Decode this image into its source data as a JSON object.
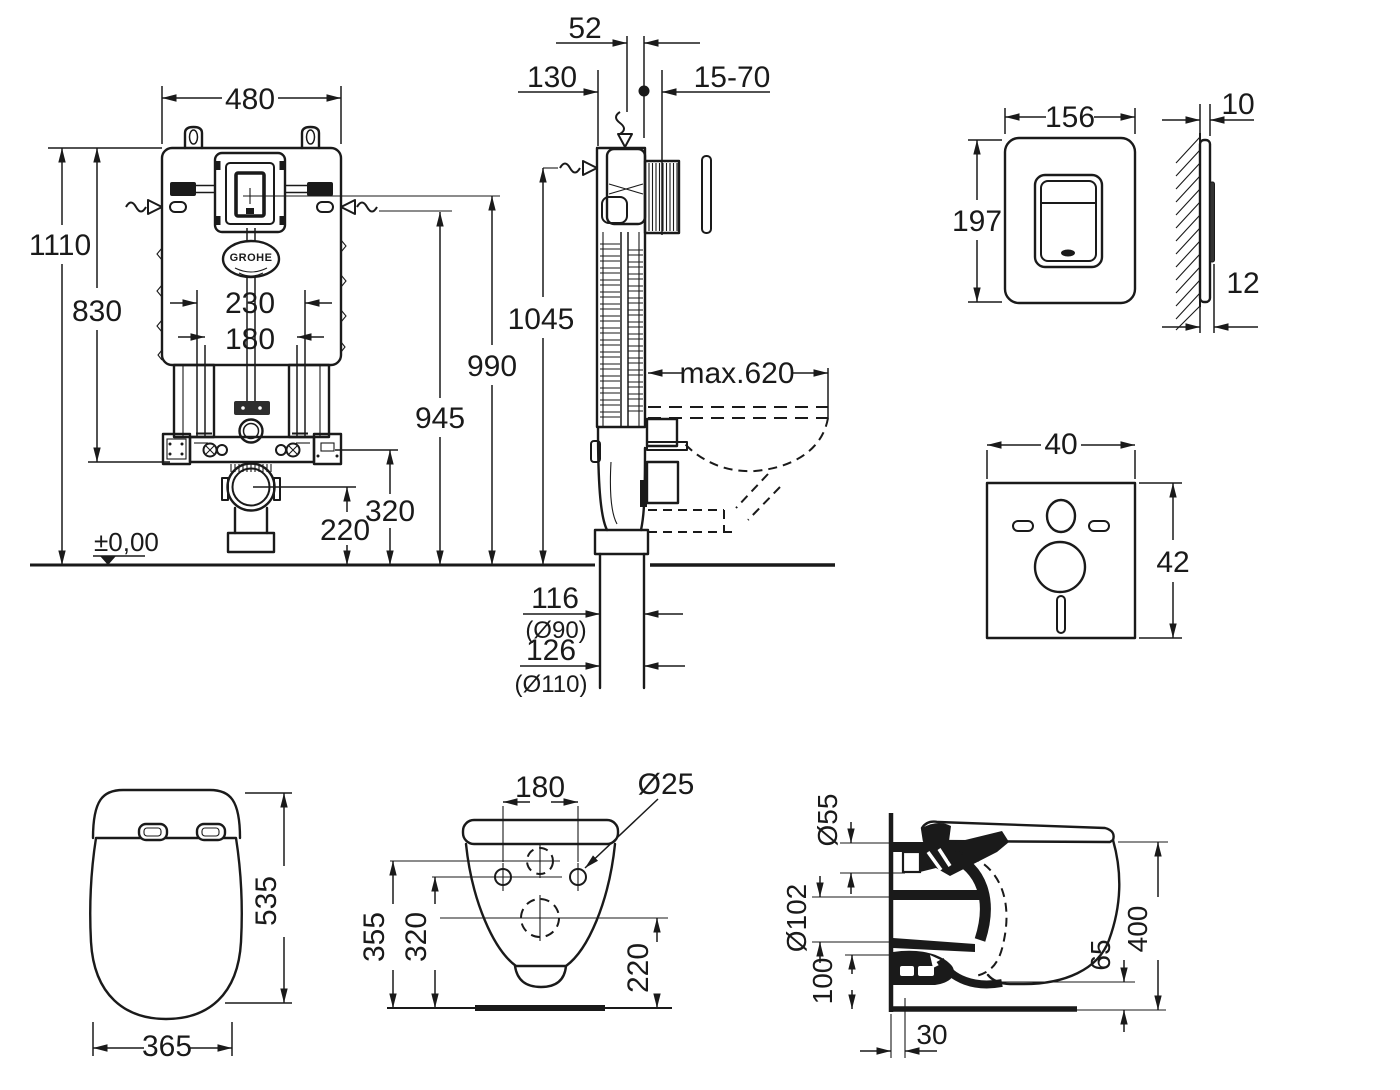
{
  "drawing_brand": "GROHE",
  "frame_front": {
    "width": "480",
    "height_total": "1110",
    "height_upper": "830",
    "spacing_outer": "230",
    "spacing_inner": "180",
    "height_945": "945",
    "height_990": "990",
    "height_320": "320",
    "height_220": "220",
    "ground_level": "±0,00"
  },
  "frame_side": {
    "supply_offset": "52",
    "depth_130": "130",
    "wall_finish_range": "15-70",
    "height_1045": "1045",
    "max_projection": "max.620",
    "offset_116": "116",
    "pipe_dia_90": "(Ø90)",
    "offset_126": "126",
    "pipe_dia_110": "(Ø110)"
  },
  "flush_plate": {
    "width": "156",
    "height": "197",
    "thickness": "10",
    "depth_with_button": "12"
  },
  "sound_pad": {
    "width": "40",
    "height": "42"
  },
  "pan_top": {
    "width": "365",
    "length": "535"
  },
  "pan_back": {
    "hole_spacing": "180",
    "hole_dia": "Ø25",
    "height_355": "355",
    "height_320": "320",
    "height_220": "220"
  },
  "pan_side": {
    "flush_dia": "Ø55",
    "outlet_dia": "Ø102",
    "height_100": "100",
    "height_65": "65",
    "height_400": "400",
    "wall_gap": "30"
  }
}
